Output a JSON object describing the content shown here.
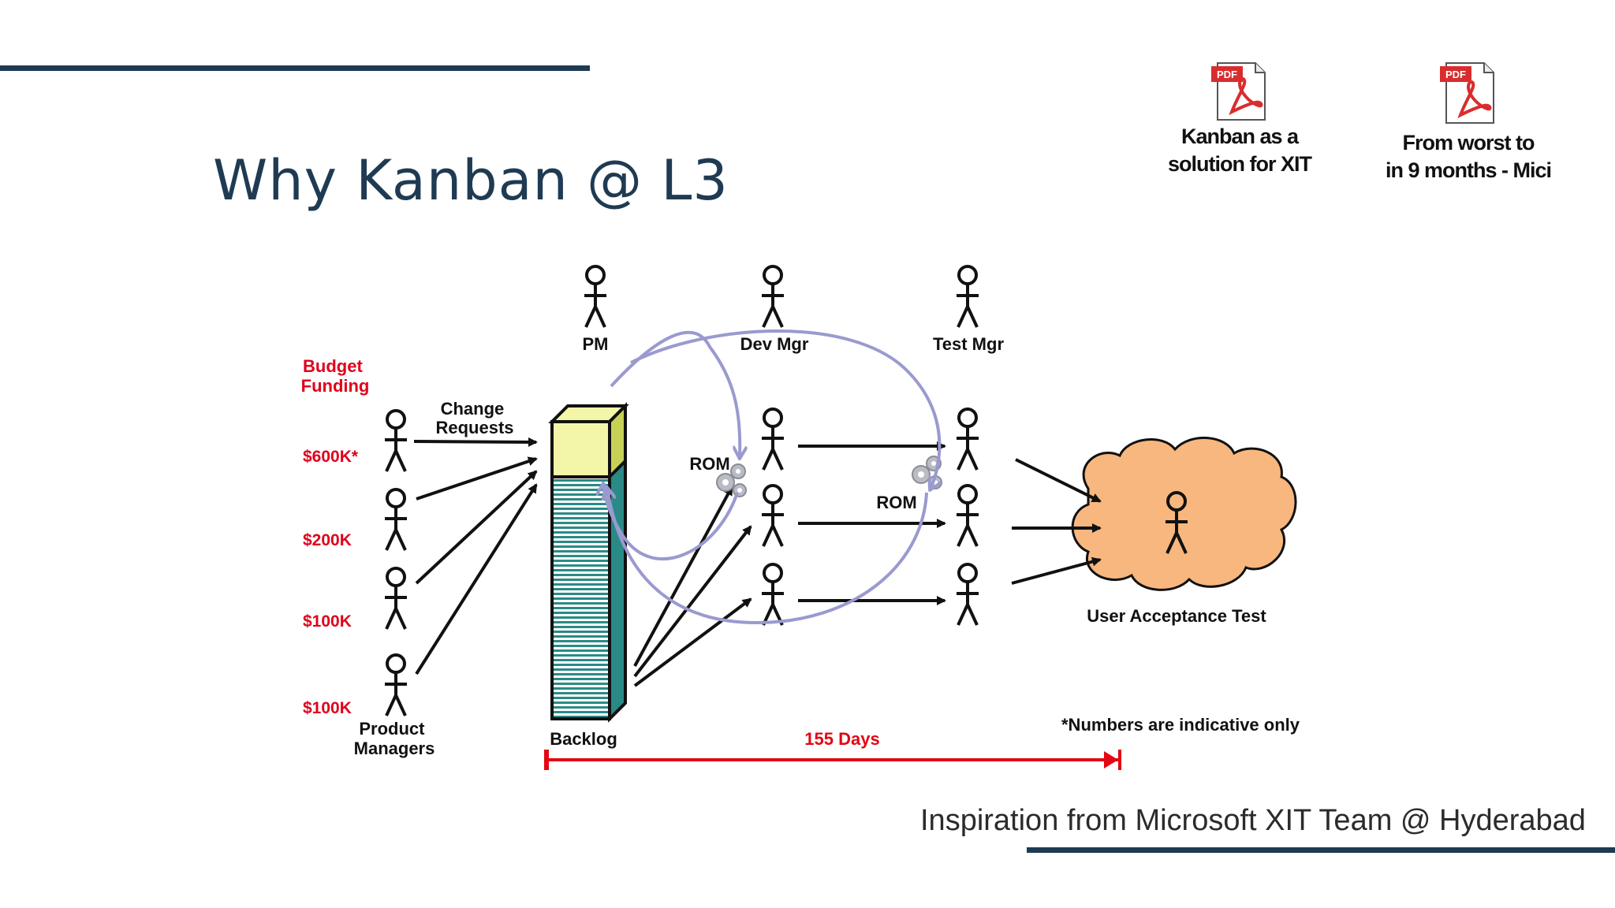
{
  "slide": {
    "title": "Why Kanban @ L3",
    "caption": "Inspiration from Microsoft XIT Team @ Hyderabad"
  },
  "attachments": [
    {
      "icon": "pdf-file-icon",
      "badge": "PDF",
      "label": "Kanban as a\nsolution for XIT"
    },
    {
      "icon": "pdf-file-icon",
      "badge": "PDF",
      "label": "From worst to\nin 9 months - Mici"
    }
  ],
  "diagram": {
    "budget_heading": "Budget\nFunding",
    "budget_amounts": [
      "$600K*",
      "$200K",
      "$100K",
      "$100K"
    ],
    "product_managers_label": "Product\nManagers",
    "change_requests_label": "Change\nRequests",
    "backlog_label": "Backlog",
    "rom_labels": [
      "ROM",
      "ROM"
    ],
    "roles": [
      "PM",
      "Dev Mgr",
      "Test Mgr"
    ],
    "uat_label": "User Acceptance Test",
    "duration_label": "155 Days",
    "footnote": "*Numbers are indicative only"
  },
  "colors": {
    "navy": "#1f3b53",
    "budget_red": "#e0001b",
    "timeline_red": "#e30613",
    "cloud_fill": "#f8b77e",
    "backlog_top": "#f3f6a8",
    "backlog_teal": "#2a8a86",
    "flow_arrows": "#9a9ad0",
    "pdf_red": "#d92d2d"
  }
}
